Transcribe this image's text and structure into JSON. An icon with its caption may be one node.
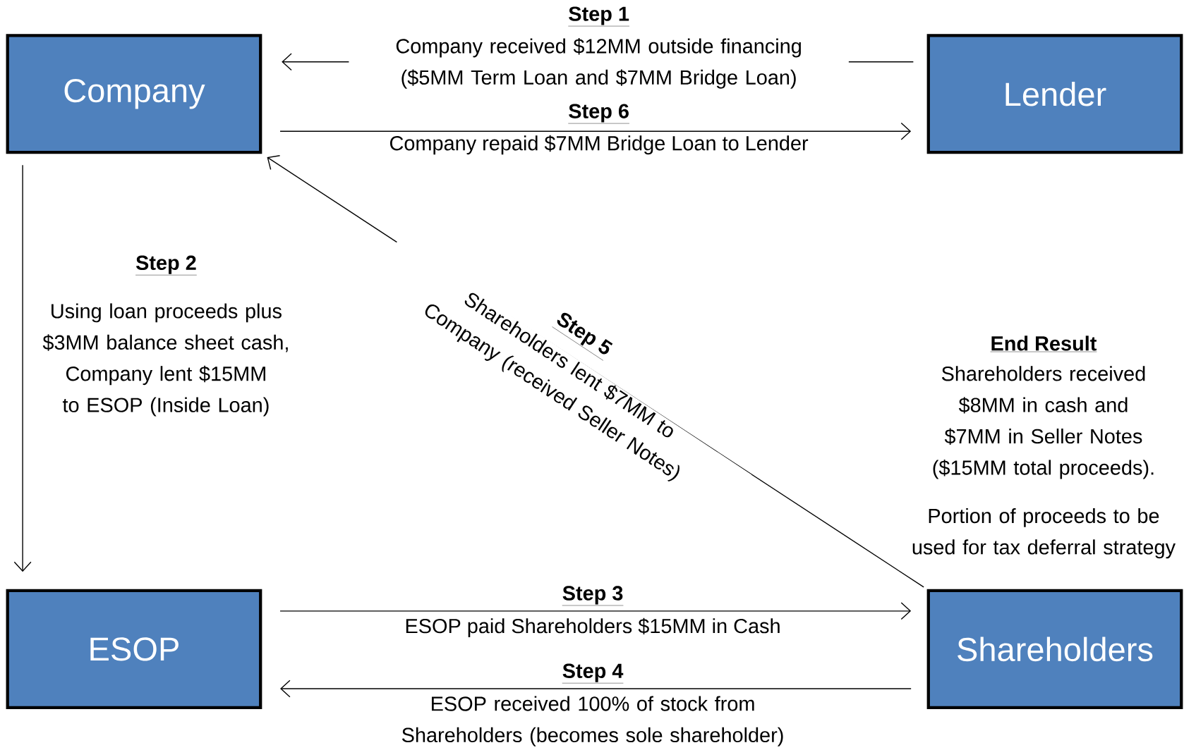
{
  "diagram": {
    "nodes": [
      {
        "text": [
          "Company"
        ]
      },
      {
        "text": [
          "Lender"
        ]
      },
      {
        "text": [
          "ESOP"
        ]
      },
      {
        "text": [
          "Shareholders"
        ]
      }
    ],
    "edges": [
      {
        "from": 1,
        "to": 0,
        "arrow": "to",
        "label": "Company received $12MM outside financing ($5MM Term Loan and $7MM Bridge Loan)"
      },
      {
        "from": 0,
        "to": 1,
        "arrow": "to",
        "label": "Company repaid $7MM Bridge Loan to Lender"
      },
      {
        "from": 0,
        "to": 2,
        "arrow": "to",
        "label": "Using loan proceeds plus $3MM balance sheet cash, Company lent $15MM to ESOP (Inside Loan)"
      },
      {
        "from": 2,
        "to": 3,
        "arrow": "to",
        "label": "ESOP paid Shareholders $15MM in Cash"
      },
      {
        "from": 3,
        "to": 2,
        "arrow": "to",
        "label": "ESOP received 100% of stock from Shareholders (becomes sole shareholder)"
      },
      {
        "from": 3,
        "to": 0,
        "arrow": "to",
        "label": "Shareholders lent $7MM to Company (received Seller Notes)"
      }
    ],
    "labels": [
      "Step 1",
      "Step 6",
      "Step 2",
      "Step 5",
      "End Result",
      "Shareholders received $8MM in cash and $7MM in Seller Notes ($15MM total proceeds).",
      "Portion of proceeds to be used for tax deferral strategy",
      "Step 3",
      "Step 4"
    ]
  }
}
